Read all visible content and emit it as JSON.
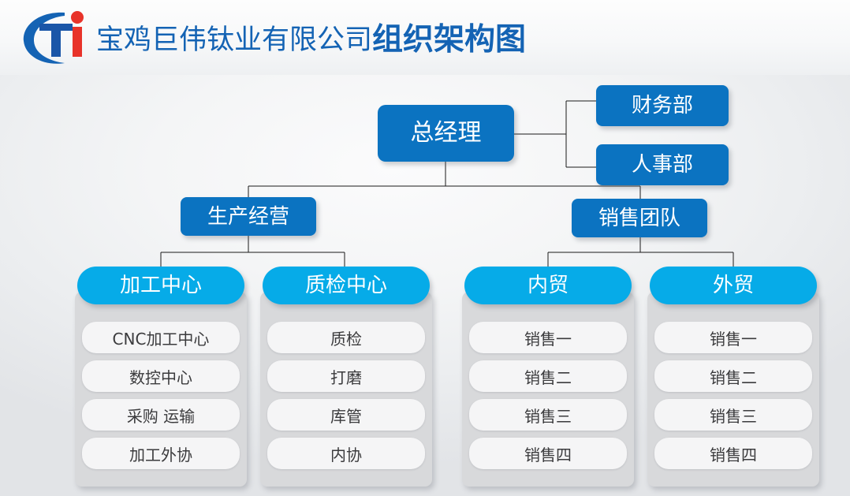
{
  "header": {
    "company_name": "宝鸡巨伟钛业有限公司",
    "chart_title": "组织架构图",
    "logo_name": "juwei-titanium-logo"
  },
  "colors": {
    "brand_blue": "#1463b4",
    "node_dark_blue": "#0b73c1",
    "group_head_cyan": "#06abe8",
    "group_panel_gray": "#d8d9db",
    "leaf_fill": "#f5f5f6",
    "leaf_text": "#3b3b3d",
    "line": "#1a1a1a",
    "logo_red": "#e8332a"
  },
  "chart": {
    "root": {
      "label": "总经理"
    },
    "staff": [
      {
        "label": "财务部"
      },
      {
        "label": "人事部"
      }
    ],
    "divisions": [
      {
        "label": "生产经营"
      },
      {
        "label": "销售团队"
      }
    ],
    "groups": [
      {
        "head": "加工中心",
        "parent": "生产经营",
        "items": [
          "CNC加工中心",
          "数控中心",
          "采购 运输",
          "加工外协"
        ]
      },
      {
        "head": "质检中心",
        "parent": "生产经营",
        "items": [
          "质检",
          "打磨",
          "库管",
          "内协"
        ]
      },
      {
        "head": "内贸",
        "parent": "销售团队",
        "items": [
          "销售一",
          "销售二",
          "销售三",
          "销售四"
        ]
      },
      {
        "head": "外贸",
        "parent": "销售团队",
        "items": [
          "销售一",
          "销售二",
          "销售三",
          "销售四"
        ]
      }
    ]
  }
}
